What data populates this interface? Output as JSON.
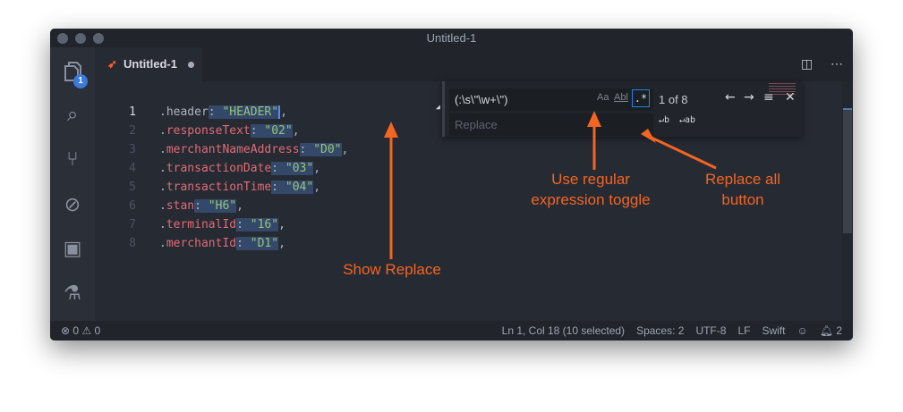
{
  "window": {
    "title": "Untitled-1"
  },
  "activity_bar": {
    "items": [
      {
        "icon": "files-icon",
        "badge": "1"
      },
      {
        "icon": "search-icon"
      },
      {
        "icon": "source-control-icon"
      },
      {
        "icon": "debug-icon"
      },
      {
        "icon": "extensions-icon"
      },
      {
        "icon": "test-flask-icon"
      }
    ]
  },
  "tab": {
    "label": "Untitled-1",
    "language_icon": "swift-icon",
    "dirty": true
  },
  "editor": {
    "lines": [
      {
        "n": "1",
        "prop": "header",
        "value": "\"HEADER\""
      },
      {
        "n": "2",
        "prop": "responseText",
        "value": "\"02\""
      },
      {
        "n": "3",
        "prop": "merchantNameAddress",
        "value": "\"D0\""
      },
      {
        "n": "4",
        "prop": "transactionDate",
        "value": "\"03\""
      },
      {
        "n": "5",
        "prop": "transactionTime",
        "value": "\"04\""
      },
      {
        "n": "6",
        "prop": "stan",
        "value": "\"H6\""
      },
      {
        "n": "7",
        "prop": "terminalId",
        "value": "\"16\""
      },
      {
        "n": "8",
        "prop": "merchantId",
        "value": "\"D1\""
      }
    ]
  },
  "find": {
    "query": "(:\\s\\\"\\w+\\\")",
    "replace_placeholder": "Replace",
    "match_case": "Aa",
    "whole_word": "Abl",
    "regex": ".*",
    "regex_enabled": true,
    "count": "1 of 8"
  },
  "status": {
    "errors": "0",
    "warnings": "0",
    "position": "Ln 1, Col 18 (10 selected)",
    "spaces": "Spaces: 2",
    "encoding": "UTF-8",
    "eol": "LF",
    "language": "Swift",
    "notifications": "2"
  },
  "annotations": {
    "show_replace": "Show Replace",
    "regex_toggle": "Use regular expression toggle",
    "replace_all": "Replace all button"
  },
  "colors": {
    "annotation": "#f26522",
    "accent": "#1f86e8"
  }
}
